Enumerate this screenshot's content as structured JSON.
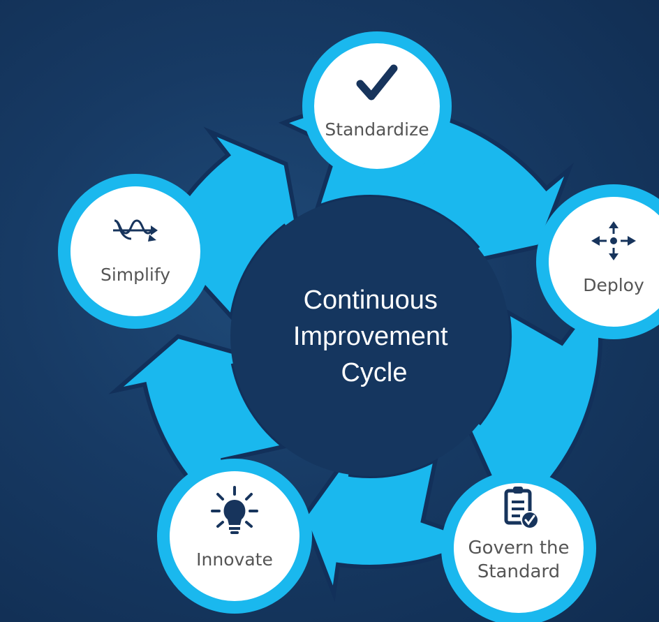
{
  "diagram": {
    "center_label": [
      "Continuous",
      "Improvement",
      "Cycle"
    ],
    "colors": {
      "background": "#163862",
      "arrow": "#1ab8ee",
      "node_ring": "#1ab8ee",
      "node_fill": "#ffffff",
      "hub": "#15365f",
      "icon": "#17345c",
      "label_text": "#555555",
      "center_text": "#ffffff"
    },
    "steps": [
      {
        "id": "standardize",
        "label": [
          "Standardize"
        ],
        "icon": "checkmark-icon"
      },
      {
        "id": "deploy",
        "label": [
          "Deploy"
        ],
        "icon": "move-arrows-icon"
      },
      {
        "id": "govern",
        "label": [
          "Govern the",
          "Standard"
        ],
        "icon": "clipboard-check-icon"
      },
      {
        "id": "innovate",
        "label": [
          "Innovate"
        ],
        "icon": "lightbulb-icon"
      },
      {
        "id": "simplify",
        "label": [
          "Simplify"
        ],
        "icon": "wave-arrows-icon"
      }
    ]
  }
}
